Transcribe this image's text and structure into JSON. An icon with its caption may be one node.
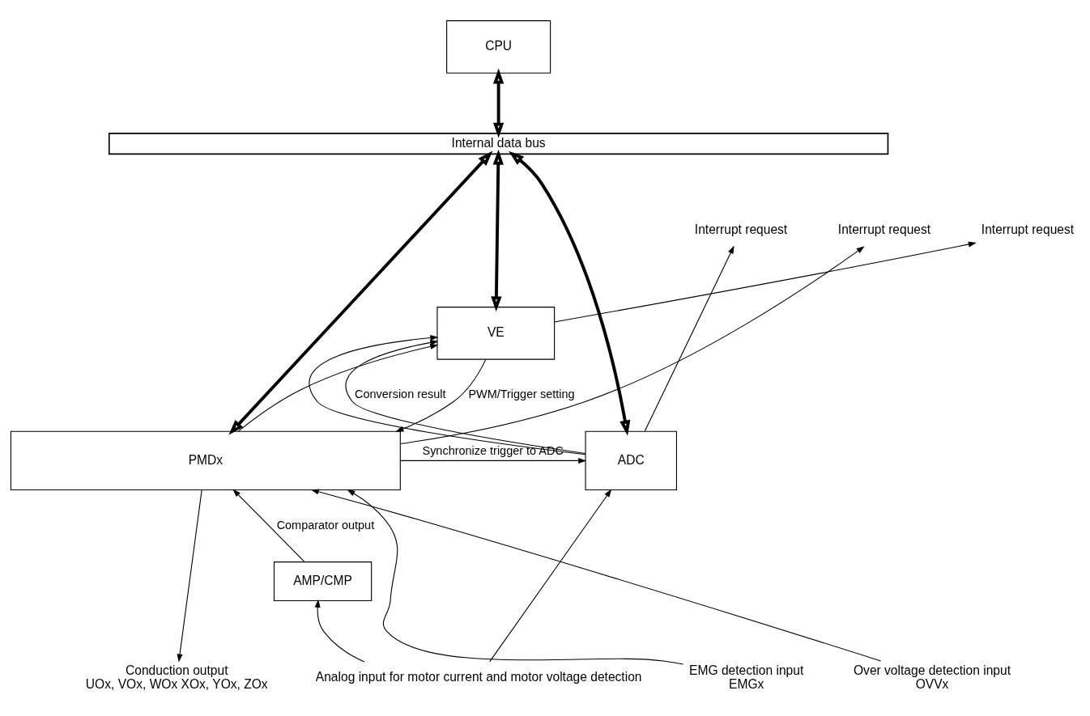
{
  "diagram": {
    "nodes": [
      {
        "text": [
          "CPU"
        ]
      },
      {
        "text": [
          "Internal data bus"
        ]
      },
      {
        "text": [
          "VE"
        ]
      },
      {
        "text": [
          "PMDx"
        ]
      },
      {
        "text": [
          "ADC"
        ]
      },
      {
        "text": [
          "AMP/CMP"
        ]
      },
      {
        "text": [
          "Interrupt request"
        ]
      },
      {
        "text": [
          "Interrupt request"
        ]
      },
      {
        "text": [
          "Interrupt request"
        ]
      },
      {
        "text": [
          "EMG detection input",
          "EMGx"
        ]
      },
      {
        "text": [
          "Over voltage detection input",
          "OVVx"
        ]
      },
      {
        "text": [
          "Conduction output",
          "UOx, VOx, WOx XOx, YOx, ZOx"
        ]
      },
      {
        "text": [
          "Analog input for motor current and motor voltage detection"
        ]
      }
    ],
    "edges": [
      {
        "from": 0,
        "to": 1,
        "arrow": "both",
        "style": "thick"
      },
      {
        "from": 1,
        "to": 3,
        "arrow": "both",
        "style": "thick"
      },
      {
        "from": 1,
        "to": 2,
        "arrow": "both",
        "style": "thick"
      },
      {
        "from": 1,
        "to": 4,
        "arrow": "both",
        "style": "thick"
      },
      {
        "from": 3,
        "to": 6,
        "arrow": "to"
      },
      {
        "from": 3,
        "to": 2,
        "arrow": "to"
      },
      {
        "from": 2,
        "to": 7,
        "arrow": "to"
      },
      {
        "from": 4,
        "to": 8,
        "arrow": "to"
      },
      {
        "from": 4,
        "to": 2,
        "arrow": "to"
      },
      {
        "from": 2,
        "to": 3,
        "arrow": "to",
        "label": "PWM/Trigger setting"
      },
      {
        "from": 4,
        "to": 2,
        "arrow": "to",
        "label": "Conversion result"
      },
      {
        "from": 3,
        "to": 4,
        "arrow": "to",
        "label": "Synchronize trigger to ADC"
      },
      {
        "from": 5,
        "to": 3,
        "arrow": "to",
        "label": "Comparator output"
      },
      {
        "from": 9,
        "to": 3,
        "arrow": "to"
      },
      {
        "from": 10,
        "to": 3,
        "arrow": "to"
      },
      {
        "from": 3,
        "to": 11,
        "arrow": "to"
      },
      {
        "from": 12,
        "to": 4,
        "arrow": "to"
      },
      {
        "from": 12,
        "to": 5,
        "arrow": "to"
      }
    ]
  }
}
